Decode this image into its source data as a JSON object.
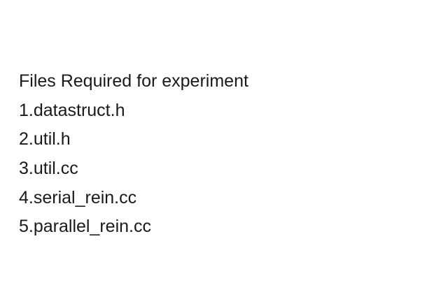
{
  "document": {
    "heading": "Files Required for experiment",
    "files": [
      "1.datastruct.h",
      "2.util.h",
      "3.util.cc",
      "4.serial_rein.cc",
      "5.parallel_rein.cc"
    ]
  }
}
